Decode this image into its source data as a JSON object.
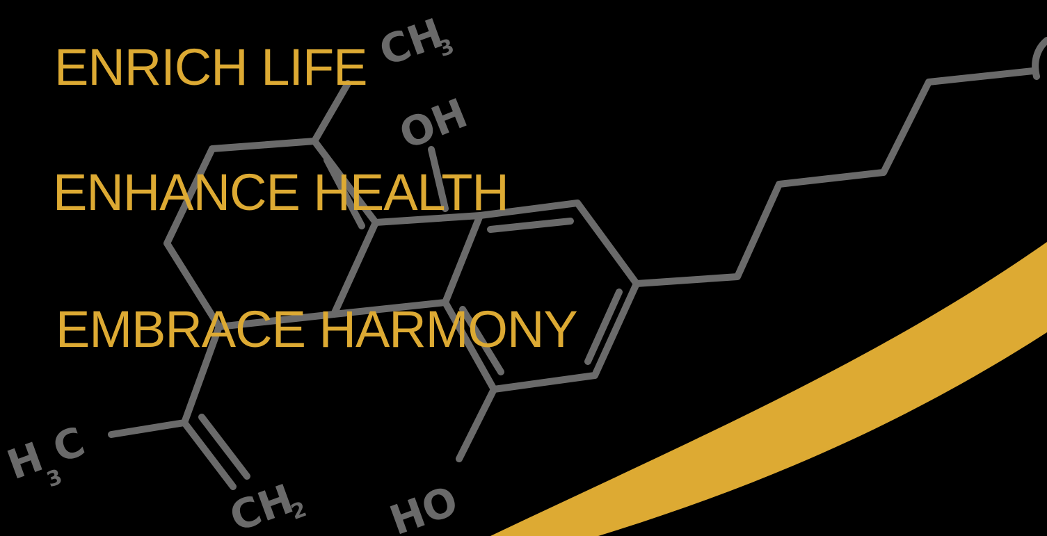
{
  "colors": {
    "background": "#000000",
    "accent": "#DDAA33",
    "molecule": "#6a6a6a"
  },
  "headlines": {
    "line1": "ENRICH LIFE",
    "line2": "ENHANCE HEALTH",
    "line3": "EMBRACE HARMONY"
  },
  "molecule_labels": {
    "ch3_top": "CH",
    "ch3_top_sub": "3",
    "oh_top": "OH",
    "h3c_left": "H",
    "h3c_left_sub": "3",
    "h3c_left_c": "C",
    "ch2_bottom": "CH",
    "ch2_bottom_sub": "2",
    "ho_bottom": "HO"
  },
  "icons": [
    "cannabinoid-molecule-graphic",
    "gold-swoosh-graphic"
  ]
}
